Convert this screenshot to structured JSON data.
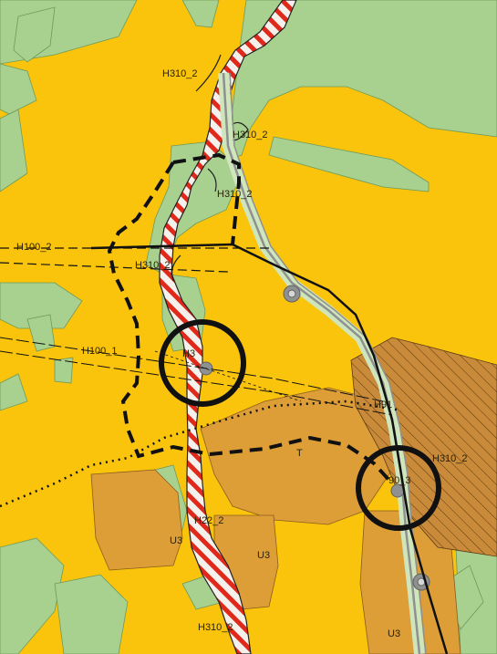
{
  "map": {
    "colors": {
      "background_yellow": "#fbc40c",
      "meadow_green": "#a8d08e",
      "orange_zone": "#dd9d37",
      "hatched_brown": "#c98a3a",
      "river_white": "#f4f1ec",
      "red_hatch": "#e0291b",
      "road_grey": "#8e9190",
      "boundary_black": "#111111"
    },
    "labels": {
      "h310_top": "H310_2",
      "h310_mid": "H310_2",
      "h310_upper_river": "H310_2",
      "h100_left": "H100_2",
      "h310_center": "H310_2",
      "h100_mid": "H100_1",
      "h3_circle": "H3",
      "h91_right": "H91",
      "t_zone": "T",
      "h310_right": "H310_2",
      "h90_circle": "90_3",
      "h22_lower": "H22_2",
      "u3_left": "U3",
      "u3_center": "U3",
      "h310_bottom": "H310_2",
      "u3_bottom": "U3"
    }
  }
}
